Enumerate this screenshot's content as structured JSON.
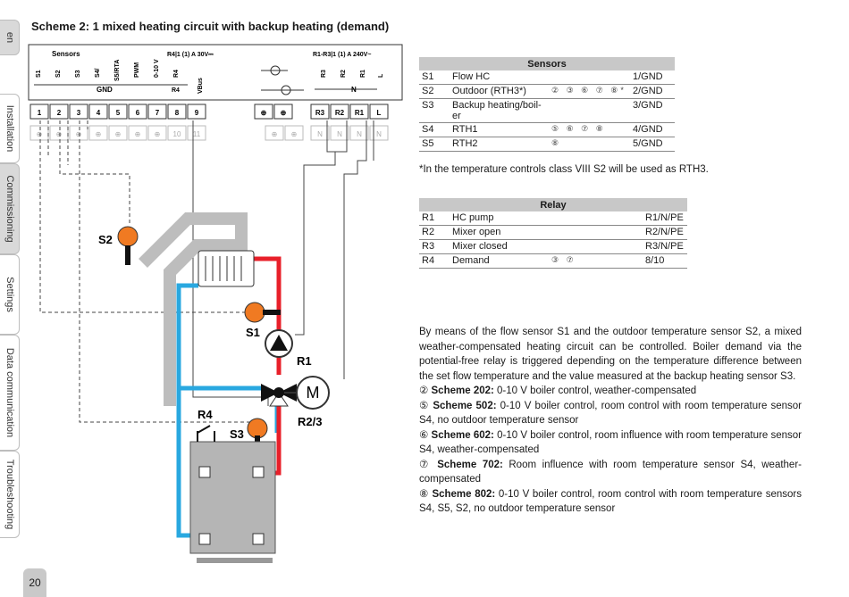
{
  "page": {
    "number": "20",
    "title": "Scheme 2: 1 mixed heating circuit with backup heating (demand)"
  },
  "sidebar": {
    "lang": "en",
    "tabs": [
      "Installation",
      "Commissioning",
      "Settings",
      "Data communication",
      "Troubleshooting"
    ]
  },
  "diagram": {
    "header_sensors": "Sensors",
    "header_r4": "R4|1 (1) A 30V⎓",
    "header_relays": "R1-R3|1 (1) A 240V~",
    "col_labels": [
      "S1",
      "S2",
      "S3",
      "S4/",
      "S5/RTA",
      "PWM",
      "0-10 V",
      "R4",
      "VBus"
    ],
    "gnd": "GND",
    "n_label": "N",
    "relay_labels": [
      "R3",
      "R2",
      "R1",
      "L"
    ],
    "terminals": [
      "1",
      "2",
      "3",
      "4",
      "5",
      "6",
      "7",
      "8",
      "9"
    ],
    "terminals_right": [
      "R3",
      "R2",
      "R1",
      "L"
    ],
    "lower_terminals": [
      "10",
      "11"
    ],
    "lower_n": [
      "N",
      "N",
      "N",
      "N"
    ],
    "labels": {
      "s2": "S2",
      "s1": "S1",
      "r1": "R1",
      "r23": "R2/3",
      "r4": "R4",
      "s3": "S3",
      "m": "M"
    }
  },
  "sensors_table": {
    "header": "Sensors",
    "rows": [
      {
        "id": "S1",
        "name": "Flow HC",
        "schemes": "",
        "term": "1/GND"
      },
      {
        "id": "S2",
        "name": "Outdoor (RTH3*)",
        "schemes": "② ③    ⑥ ⑦  ⑧*",
        "term": "2/GND"
      },
      {
        "id": "S3",
        "name": "Backup heating/boil-er",
        "schemes": "",
        "term": "3/GND"
      },
      {
        "id": "S4",
        "name": "RTH1",
        "schemes": "⑤ ⑥ ⑦  ⑧",
        "term": "4/GND"
      },
      {
        "id": "S5",
        "name": "RTH2",
        "schemes": "⑧",
        "term": "5/GND"
      }
    ]
  },
  "footnote": "*In the temperature controls class VIII S2 will be used as RTH3.",
  "relay_table": {
    "header": "Relay",
    "rows": [
      {
        "id": "R1",
        "name": "HC pump",
        "schemes": "",
        "term": "R1/N/PE"
      },
      {
        "id": "R2",
        "name": "Mixer open",
        "schemes": "",
        "term": "R2/N/PE"
      },
      {
        "id": "R3",
        "name": "Mixer closed",
        "schemes": "",
        "term": "R3/N/PE"
      },
      {
        "id": "R4",
        "name": "Demand",
        "schemes": "③         ⑦",
        "term": "8/10"
      }
    ]
  },
  "description": {
    "intro": "By means of the flow sensor S1 and the outdoor temperature sensor S2, a mixed weather-compensated heating circuit can be controlled. Boiler demand via the potential-free relay is triggered depending on the temperature difference between the set flow temperature and the value measured at the backup heating sensor S3.",
    "schemes": [
      {
        "num": "②",
        "label": "Scheme 202:",
        "text": " 0-10 V boiler control, weather-compensated"
      },
      {
        "num": "⑤",
        "label": "Scheme 502:",
        "text": " 0-10 V boiler control, room control with room temperature sensor S4, no outdoor temperature sensor"
      },
      {
        "num": "⑥",
        "label": "Scheme 602:",
        "text": " 0-10 V boiler control, room influence with room temperature sensor S4, weather-compensated"
      },
      {
        "num": "⑦",
        "label": "Scheme 702:",
        "text": " Room influence with room temperature sensor S4, weather-compensated"
      },
      {
        "num": "⑧",
        "label": "Scheme 802:",
        "text": " 0-10 V boiler control, room control with room temperature sensors S4, S5, S2, no outdoor temperature sensor"
      }
    ]
  },
  "colors": {
    "flow": "#e8202a",
    "return": "#29a8e0",
    "sensor": "#f07a22",
    "boiler": "#b5b5b5"
  }
}
